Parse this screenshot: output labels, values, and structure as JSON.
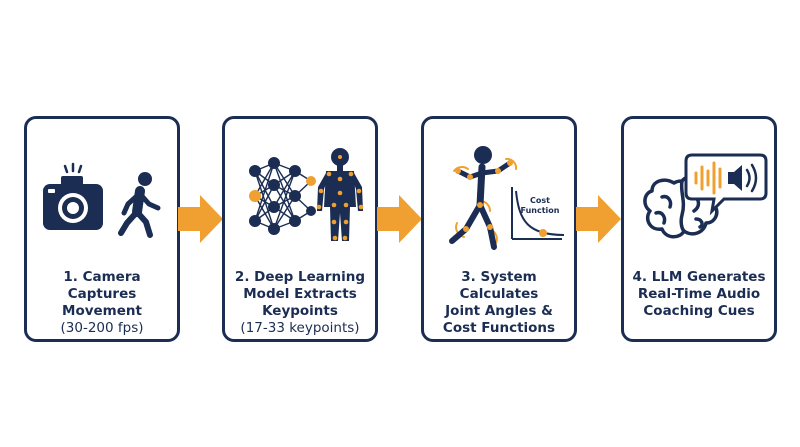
{
  "colors": {
    "navy": "#1b2d52",
    "accent": "#f0a030"
  },
  "steps": [
    {
      "title_lines": [
        "1. Camera Captures",
        "Movement"
      ],
      "subtitle": "(30-200 fps)",
      "icons": [
        "camera-icon",
        "walking-person-icon"
      ]
    },
    {
      "title_lines": [
        "2. Deep Learning",
        "Model Extracts",
        "Keypoints"
      ],
      "subtitle": "(17-33 keypoints)",
      "icons": [
        "neural-network-icon",
        "body-keypoints-icon"
      ]
    },
    {
      "title_lines": [
        "3. System Calculates",
        "Joint Angles &",
        "Cost Functions"
      ],
      "subtitle": "",
      "icons": [
        "stick-figure-angles-icon",
        "cost-function-chart-icon"
      ],
      "chart_label_lines": [
        "Cost",
        "Function"
      ]
    },
    {
      "title_lines": [
        "4. LLM Generates",
        "Real-Time Audio",
        "Coaching Cues"
      ],
      "subtitle": "",
      "icons": [
        "brain-icon",
        "speech-bubble-audio-icon"
      ]
    }
  ]
}
